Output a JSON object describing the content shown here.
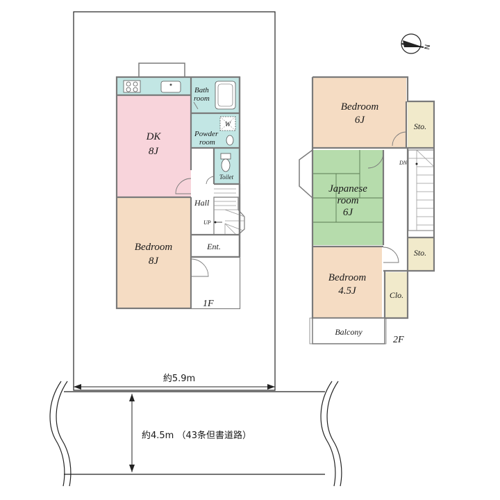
{
  "floor1": {
    "label": "1F",
    "rooms": {
      "bath": [
        "Bath",
        "room"
      ],
      "powder": [
        "Powder",
        "room"
      ],
      "washer": "W",
      "dk": [
        "DK",
        "8J"
      ],
      "toilet": "Toilet",
      "hall": "Hall",
      "up": "UP",
      "entrance": "Ent.",
      "bedroom": [
        "Bedroom",
        "8J"
      ]
    }
  },
  "floor2": {
    "label": "2F",
    "rooms": {
      "bedroom6": [
        "Bedroom",
        "6J"
      ],
      "storage_top": "Sto.",
      "dn": "DN",
      "japanese": [
        "Japanese",
        "room",
        "6J"
      ],
      "storage_mid": "Sto.",
      "bedroom45": [
        "Bedroom",
        "4.5J"
      ],
      "closet": "Clo.",
      "balcony": "Balcony"
    }
  },
  "site": {
    "width_label": "約5.9m",
    "road_label": "約4.5m （43条但書道路）"
  },
  "compass": {
    "letter": "N"
  },
  "colors": {
    "wet_area": "#c2e6e4",
    "dk": "#f8d4db",
    "bedroom": "#f5dcc3",
    "japanese": "#b6dcac",
    "storage": "#f1eacb",
    "wall": "#7a7a7a"
  }
}
